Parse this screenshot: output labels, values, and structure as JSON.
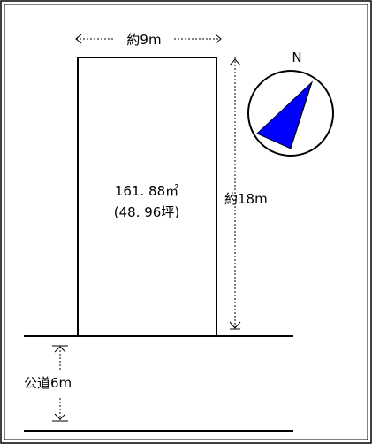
{
  "plot": {
    "width_label": "約9m",
    "depth_label": "約18m",
    "area_sqm": "161. 88㎡",
    "area_tsubo": "(48. 96坪)"
  },
  "road": {
    "label": "公道6m"
  },
  "compass": {
    "label": "N",
    "needle_color": "#0000ff"
  }
}
